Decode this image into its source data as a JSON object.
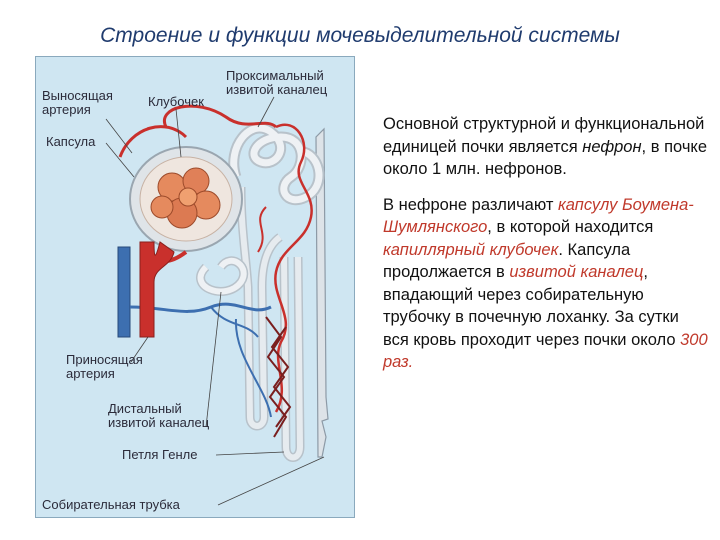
{
  "title": "Строение и функции мочевыделительной системы",
  "diagram": {
    "labels": {
      "efferent_artery": "Выносящая\nартерия",
      "glomerulus": "Клубочек",
      "proximal_tubule": "Проксимальный\nизвитой каналец",
      "capsule": "Капсула",
      "afferent_artery": "Приносящая\nартерия",
      "distal_tubule": "Дистальный\nизвитой каналец",
      "loop_of_henle": "Петля Генле",
      "collecting_duct": "Собирательная трубка"
    },
    "colors": {
      "background": "#cfe6f2",
      "artery": "#c9302c",
      "vein": "#3d6fb0",
      "tubule": "#dde3e8",
      "glomerulus": "#e58a5e"
    }
  },
  "text": {
    "p1": {
      "before": "Основной структурной и функциональной единицей почки является ",
      "term": "нефрон",
      "after": ", в почке около 1 млн. нефронов."
    },
    "p2": {
      "s1": "В нефроне различают ",
      "capsule_term": "капсулу Боумена-Шумлянского",
      "s2": ", в которой находится ",
      "glomerulus_term": "капиллярный клубочек",
      "s3": ". Капсула продолжается в ",
      "tubule_term": "извитой каналец",
      "s4": ", впадающий через собирательную трубочку в почечную лоханку. За сутки вся кровь проходит через почки около ",
      "times_term": "300 раз."
    }
  }
}
